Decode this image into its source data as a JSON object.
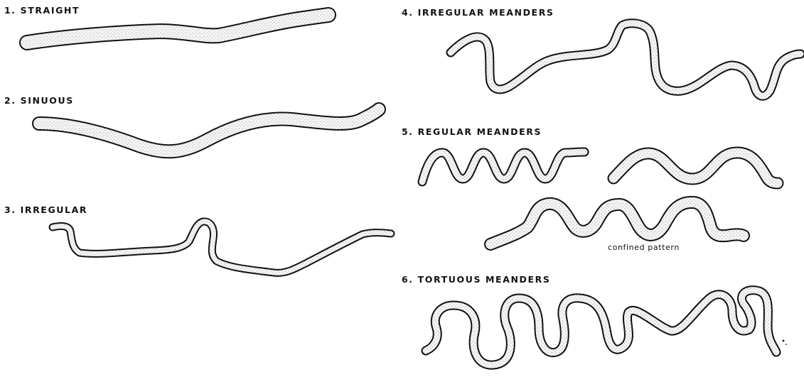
{
  "labels": {
    "straight": "1. STRAIGHT",
    "sinuous": "2. SINUOUS",
    "irregular": "3. IRREGULAR",
    "irregular_meanders": "4. IRREGULAR MEANDERS",
    "regular_meanders": "5. REGULAR MEANDERS",
    "tortuous_meanders": "6. TORTUOUS MEANDERS",
    "confined_pattern": "confined pattern"
  },
  "colors": {
    "ink": "#111111",
    "stipple": "#9a9a9a",
    "channel_fill": "#f2f2f2",
    "background": "#ffffff"
  }
}
